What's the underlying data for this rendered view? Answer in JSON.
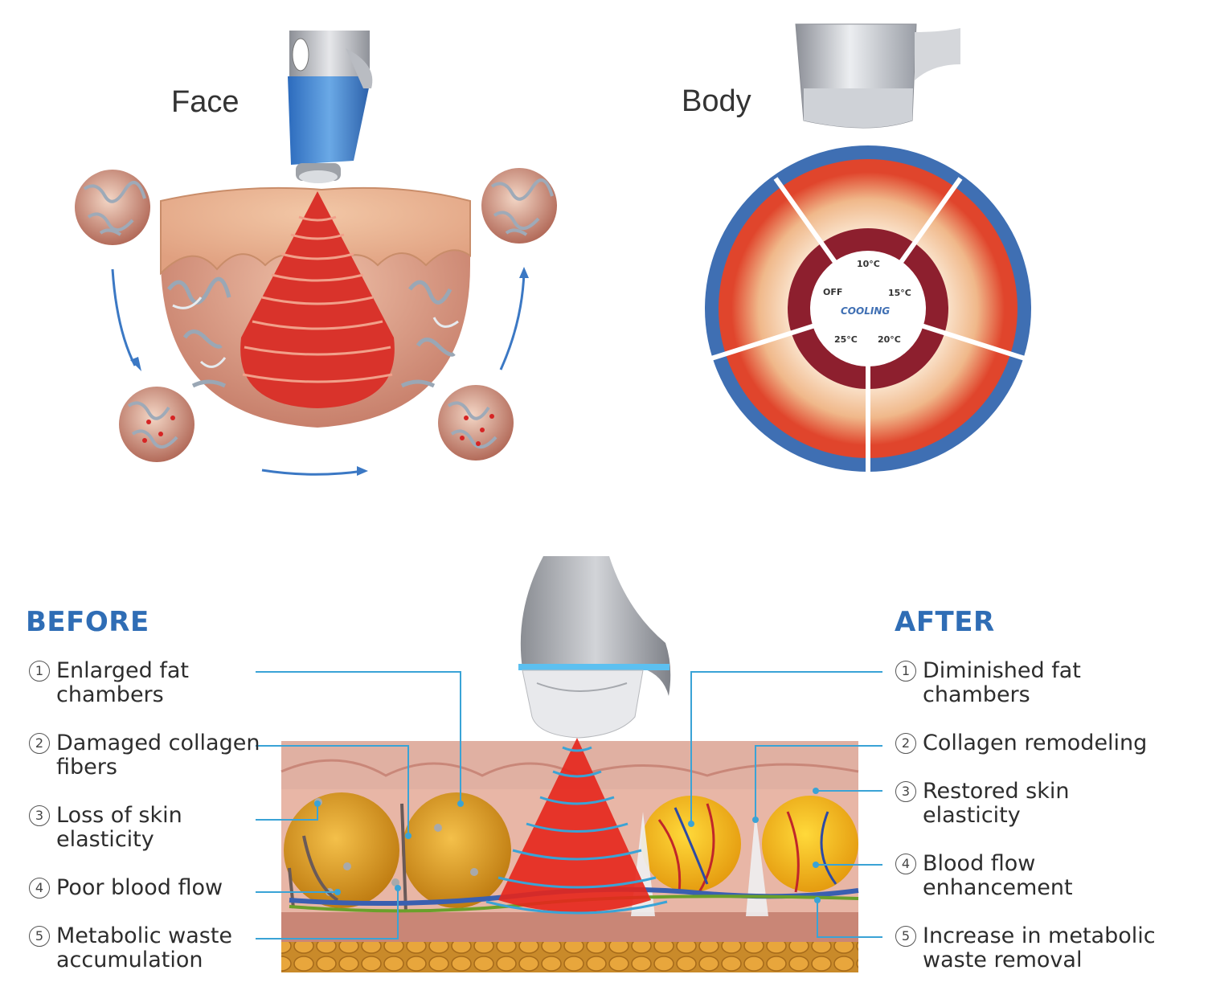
{
  "face": {
    "label": "Face"
  },
  "body": {
    "label": "Body",
    "dial": {
      "center_label": "COOLING",
      "settings": [
        "OFF",
        "10°C",
        "15°C",
        "20°C",
        "25°C"
      ]
    }
  },
  "before": {
    "heading": "BEFORE",
    "items": [
      {
        "num": "1",
        "text": "Enlarged fat\nchambers"
      },
      {
        "num": "2",
        "text": "Damaged collagen\nfibers"
      },
      {
        "num": "3",
        "text": "Loss of skin\nelasticity"
      },
      {
        "num": "4",
        "text": "Poor blood flow"
      },
      {
        "num": "5",
        "text": "Metabolic waste\naccumulation"
      }
    ]
  },
  "after": {
    "heading": "AFTER",
    "items": [
      {
        "num": "1",
        "text": "Diminished fat\nchambers"
      },
      {
        "num": "2",
        "text": "Collagen remodeling"
      },
      {
        "num": "3",
        "text": "Restored skin\nelasticity"
      },
      {
        "num": "4",
        "text": "Blood flow\nenhancement"
      },
      {
        "num": "5",
        "text": "Increase in metabolic\nwaste removal"
      }
    ]
  },
  "colors": {
    "heading_blue": "#2f6db5",
    "leader_line": "#3aa3d6",
    "heat_red": "#d9332b",
    "cooling_blue": "#3f6fb3",
    "fat_yellow": "#e9a51c"
  }
}
